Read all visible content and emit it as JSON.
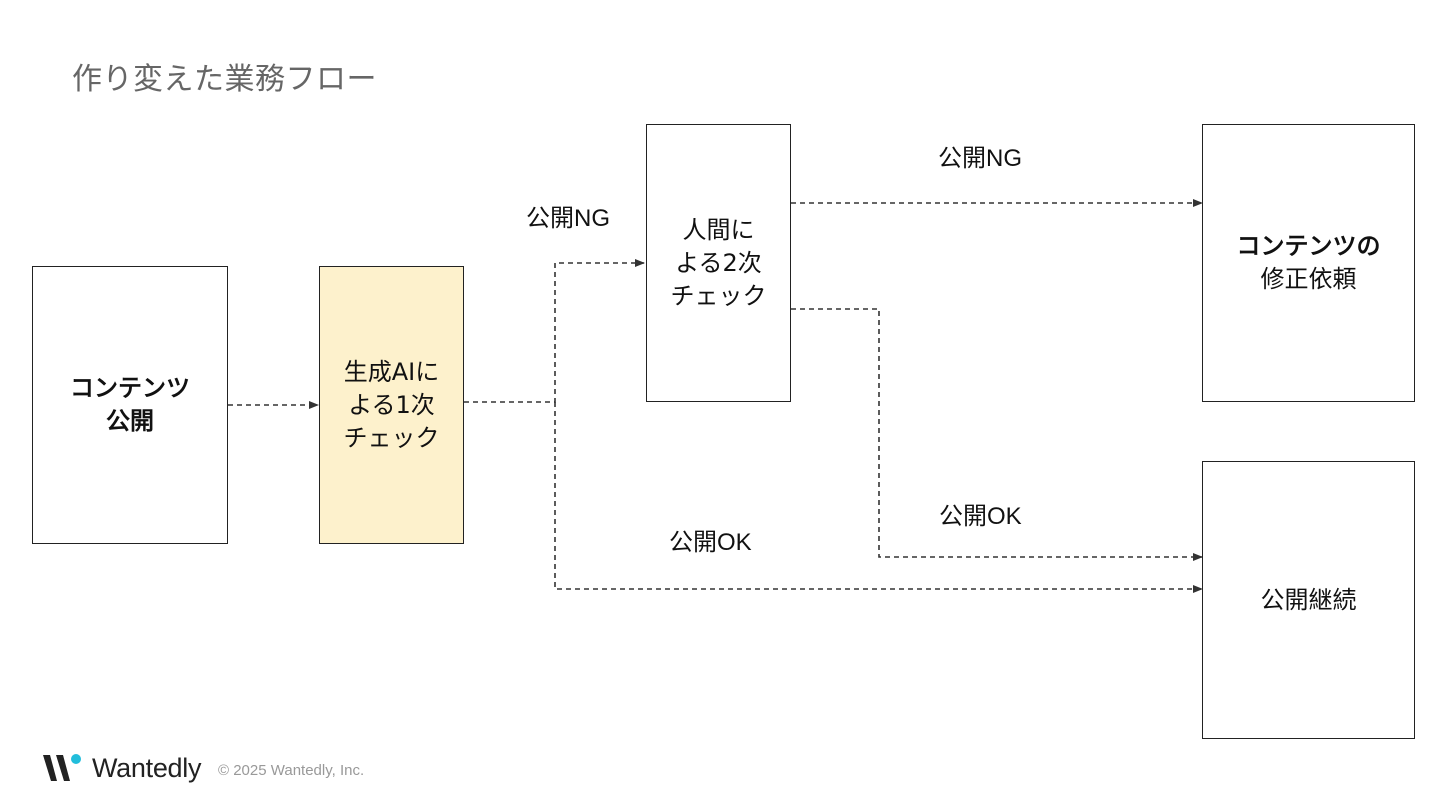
{
  "title": "作り変えた業務フロー",
  "nodes": {
    "publish": {
      "line1": "コンテンツ",
      "line2": "公開"
    },
    "ai_check": {
      "line1": "生成AIに",
      "line2": "よる1次",
      "line3": "チェック"
    },
    "human_check": {
      "line1": "人間に",
      "line2": "よる2次",
      "line3": "チェック"
    },
    "revision": {
      "line1": "コンテンツの",
      "line2": "修正依頼"
    },
    "continue": {
      "line1": "公開継続"
    }
  },
  "edge_labels": {
    "ai_ng": "公開NG",
    "ai_ok": "公開OK",
    "human_ng": "公開NG",
    "human_ok": "公開OK"
  },
  "colors": {
    "title": "#666666",
    "highlight": "#fdf1cc",
    "connector": "#333333"
  },
  "footer": {
    "brand": "Wantedly",
    "copyright": "© 2025 Wantedly, Inc."
  }
}
